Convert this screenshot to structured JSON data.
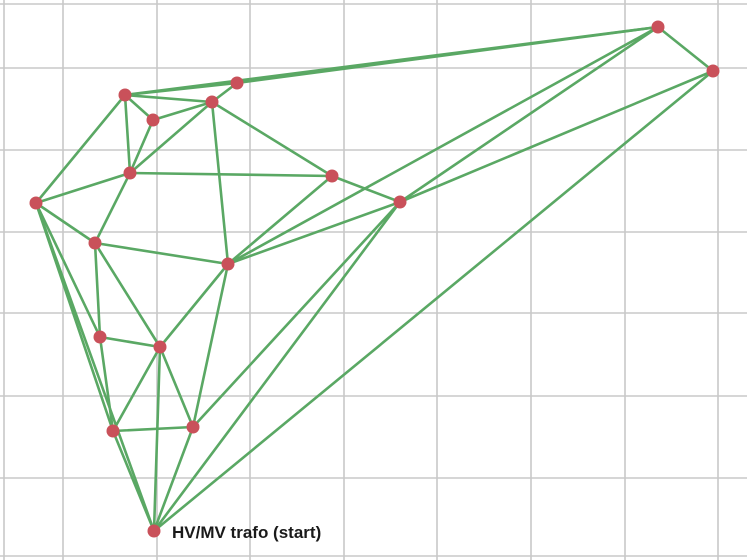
{
  "colors": {
    "edge": "#5aa864",
    "node": "#c9515a",
    "grid": "#c8c8c8"
  },
  "nodes": [
    {
      "id": "start",
      "label": "HV/MV trafo (start)"
    },
    {
      "id": "n1"
    },
    {
      "id": "n2"
    },
    {
      "id": "n3"
    },
    {
      "id": "n4"
    },
    {
      "id": "n5"
    },
    {
      "id": "n6"
    },
    {
      "id": "n7"
    },
    {
      "id": "n8"
    },
    {
      "id": "n9"
    },
    {
      "id": "n10"
    },
    {
      "id": "n11"
    },
    {
      "id": "n12"
    },
    {
      "id": "n13"
    },
    {
      "id": "n14"
    },
    {
      "id": "n15"
    },
    {
      "id": "n16"
    },
    {
      "id": "n17"
    }
  ],
  "edges": [
    [
      "start",
      "n14"
    ],
    [
      "start",
      "n15"
    ],
    [
      "start",
      "n3"
    ],
    [
      "start",
      "n5"
    ],
    [
      "start",
      "n8"
    ],
    [
      "start",
      "n9"
    ],
    [
      "n14",
      "n15"
    ],
    [
      "n14",
      "n12"
    ],
    [
      "n14",
      "n13"
    ],
    [
      "n15",
      "n13"
    ],
    [
      "n15",
      "n11"
    ],
    [
      "n15",
      "n5"
    ],
    [
      "n13",
      "n12"
    ],
    [
      "n13",
      "n10"
    ],
    [
      "n13",
      "n11"
    ],
    [
      "n12",
      "n10"
    ],
    [
      "n12",
      "n9"
    ],
    [
      "n10",
      "n9"
    ],
    [
      "n10",
      "n8"
    ],
    [
      "n10",
      "n11"
    ],
    [
      "n9",
      "n8"
    ],
    [
      "n9",
      "n2"
    ],
    [
      "n9",
      "n1"
    ],
    [
      "n8",
      "n1"
    ],
    [
      "n8",
      "n6"
    ],
    [
      "n1",
      "n6"
    ],
    [
      "n1",
      "n7"
    ],
    [
      "n1",
      "n4"
    ],
    [
      "n6",
      "n4"
    ],
    [
      "n6",
      "n7"
    ],
    [
      "n7",
      "n2"
    ],
    [
      "n7",
      "n11"
    ],
    [
      "n2",
      "n3"
    ],
    [
      "n2",
      "n11"
    ],
    [
      "n2",
      "n4"
    ],
    [
      "n4",
      "n3"
    ],
    [
      "n3",
      "n5"
    ],
    [
      "n3",
      "n11"
    ],
    [
      "n11",
      "n5"
    ],
    [
      "n5",
      "n4"
    ],
    [
      "n1",
      "n3"
    ]
  ]
}
